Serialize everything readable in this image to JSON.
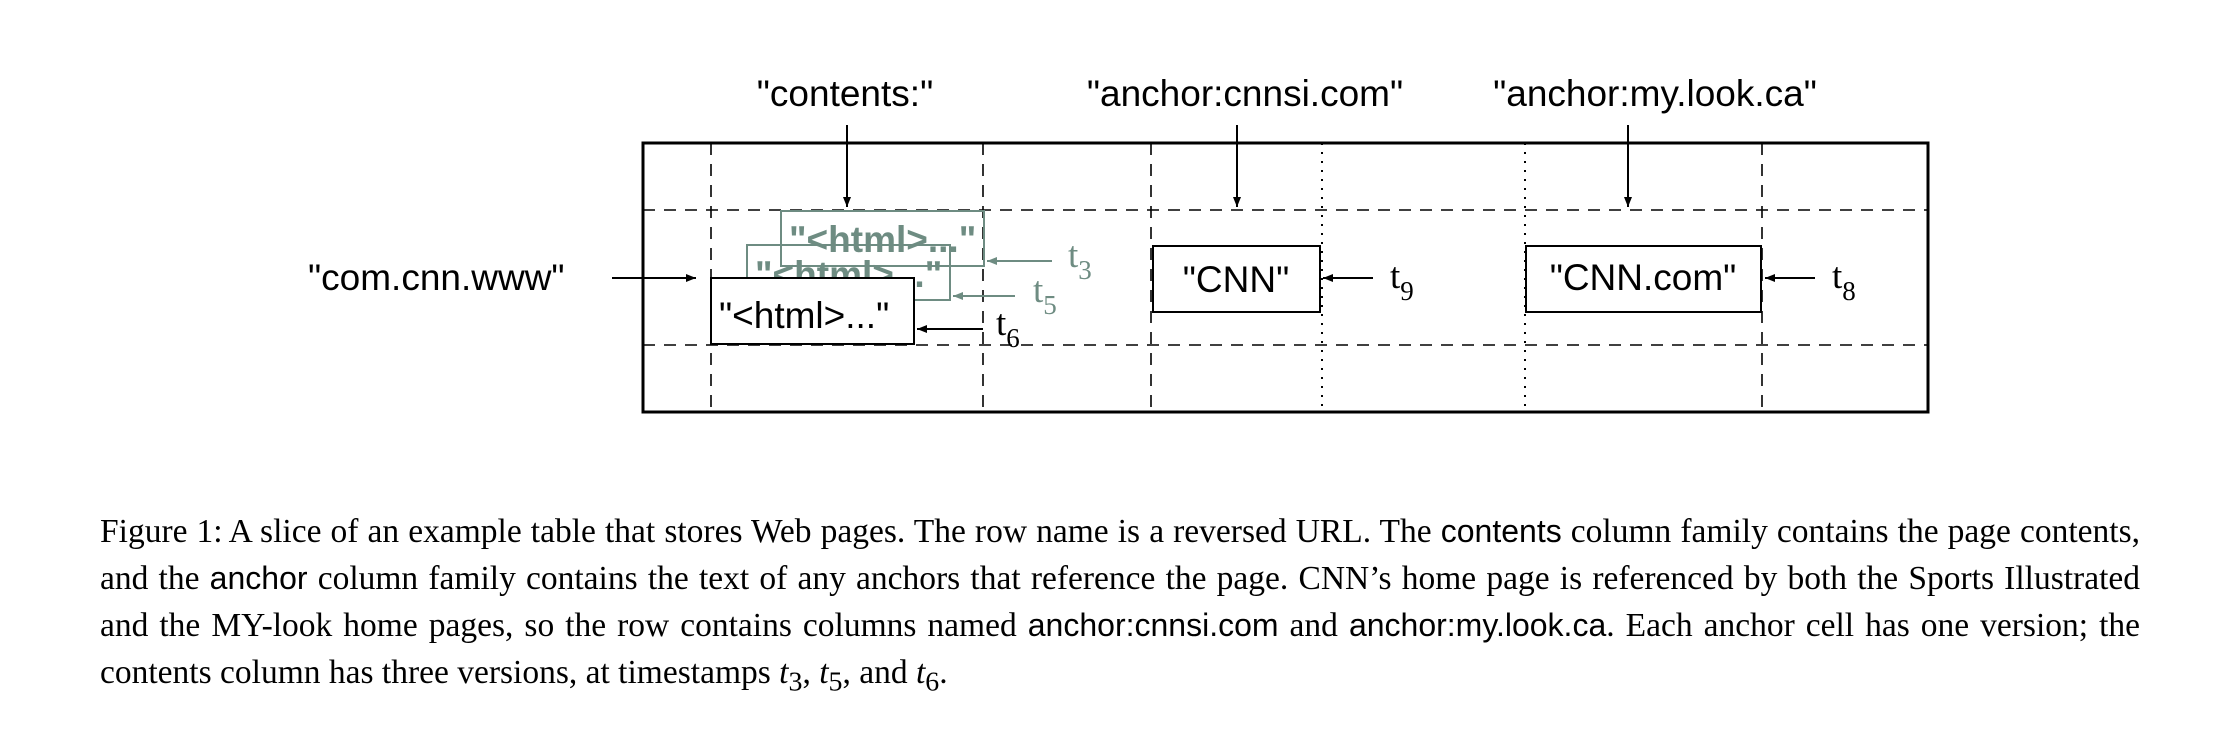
{
  "diagram": {
    "column_labels": {
      "contents": "\"contents:\"",
      "anchor_cnnsi": "\"anchor:cnnsi.com\"",
      "anchor_mylook": "\"anchor:my.look.ca\""
    },
    "row_label": "\"com.cnn.www\"",
    "cells": {
      "contents_v3": "\"<html>...\"",
      "contents_v5": "\"<html>...\"",
      "contents_v6": "\"<html>...\"",
      "anchor_cnnsi": "\"CNN\"",
      "anchor_mylook": "\"CNN.com\""
    },
    "timestamps": {
      "t3": {
        "base": "t",
        "sub": "3"
      },
      "t5": {
        "base": "t",
        "sub": "5"
      },
      "t6": {
        "base": "t",
        "sub": "6"
      },
      "t9": {
        "base": "t",
        "sub": "9"
      },
      "t8": {
        "base": "t",
        "sub": "8"
      }
    },
    "colors": {
      "ink": "#000000",
      "old_version": "#6e8c82"
    }
  },
  "caption": {
    "label": "Figure 1:",
    "part1": "A slice of an example table that stores Web pages. The row name is a reversed URL. The ",
    "cf_contents": "contents",
    "part2": " column family contains the page contents, and the ",
    "cf_anchor": "anchor",
    "part3": " column family contains the text of any anchors that reference the page. CNN’s home page is referenced by both the Sports Illustrated and the MY-look home pages, so the row contains columns named ",
    "col1": "anchor:cnnsi.com",
    "part4": " and ",
    "col2": "anchor:my.look.ca",
    "part5": ". Each anchor cell has one version; the contents column has three versions, at timestamps ",
    "ts_a": "t",
    "ts_a_sub": "3",
    "sep1": ", ",
    "ts_b": "t",
    "ts_b_sub": "5",
    "sep2": ", and ",
    "ts_c": "t",
    "ts_c_sub": "6",
    "end": "."
  }
}
